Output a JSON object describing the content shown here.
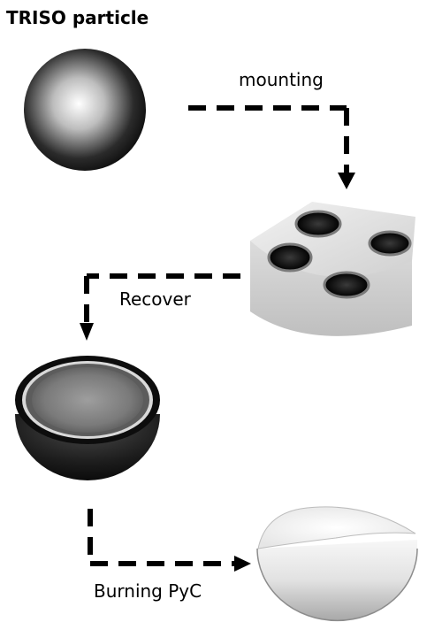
{
  "labels": {
    "title": "TRISO particle",
    "step_mounting": "mounting",
    "step_recover": "Recover",
    "step_burning": "Burning PyC"
  },
  "colors": {
    "arrow": "#000000",
    "mount_block": "#d9d9d9",
    "kernel_dark": "#1a1a1a",
    "kernel_gray": "#8c8c8c"
  }
}
